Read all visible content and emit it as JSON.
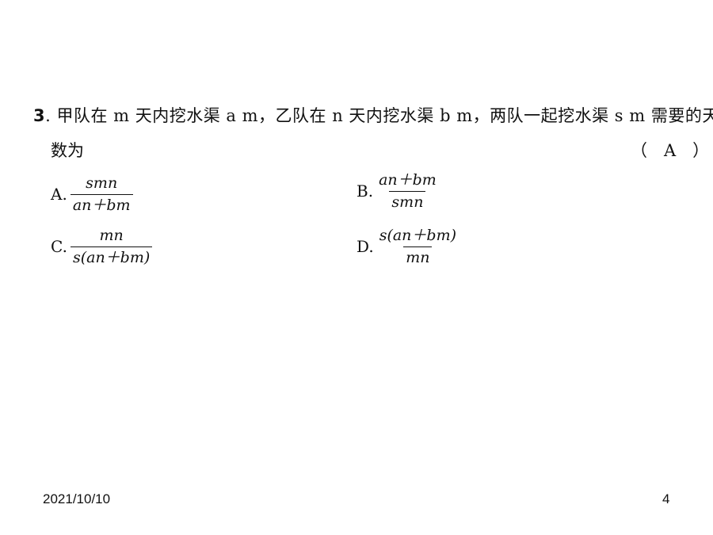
{
  "question": {
    "number": "3",
    "line1": ". 甲队在 m 天内挖水渠 a m，乙队在 n 天内挖水渠 b m，两队一起挖水渠 s m 需要的天",
    "line2": "数为",
    "answer": "（　A　）"
  },
  "options": {
    "a": {
      "letter": "A.",
      "numerator": "smn",
      "denominator": "an＋bm"
    },
    "b": {
      "letter": "B.",
      "numerator": "an＋bm",
      "denominator": "smn"
    },
    "c": {
      "letter": "C.",
      "numerator": "mn",
      "denominator": "s(an＋bm)"
    },
    "d": {
      "letter": "D.",
      "numerator": "s(an＋bm)",
      "denominator": "mn"
    }
  },
  "footer": {
    "date": "2021/10/10",
    "page": "4"
  }
}
